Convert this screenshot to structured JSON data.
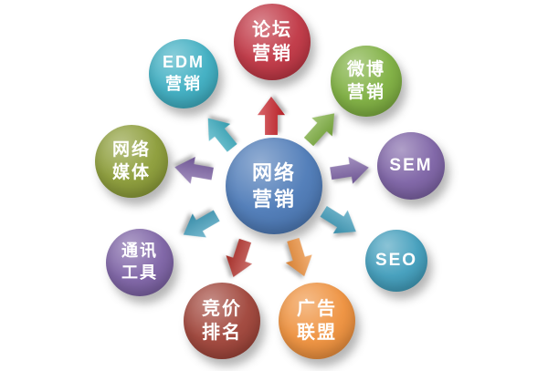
{
  "diagram": {
    "center": {
      "id": "network-marketing",
      "lines": [
        "网络",
        "营销"
      ],
      "color": "#4a78b6"
    },
    "nodes": [
      {
        "id": "forum-marketing",
        "lines": [
          "论坛",
          "营销"
        ],
        "color": "#bf3341"
      },
      {
        "id": "weibo-marketing",
        "lines": [
          "微博",
          "营销"
        ],
        "color": "#7cae3d"
      },
      {
        "id": "sem",
        "lines": [
          "SEM",
          ""
        ],
        "color": "#7b60a4"
      },
      {
        "id": "seo",
        "lines": [
          "SEO",
          ""
        ],
        "color": "#3e9cbb"
      },
      {
        "id": "ad-alliance",
        "lines": [
          "广告",
          "联盟"
        ],
        "color": "#ee8f3a"
      },
      {
        "id": "bid-ranking",
        "lines": [
          "竞价",
          "排名"
        ],
        "color": "#9e4136"
      },
      {
        "id": "communication-tools",
        "lines": [
          "通讯",
          "工具"
        ],
        "color": "#7b60a4"
      },
      {
        "id": "network-media",
        "lines": [
          "网络",
          "媒体"
        ],
        "color": "#8a9b35"
      },
      {
        "id": "edm-marketing",
        "lines": [
          "EDM",
          "营销"
        ],
        "color": "#3badc1"
      }
    ],
    "arrows": [
      {
        "id": "to-forum-marketing",
        "direction": "up",
        "color": "#c9242b"
      },
      {
        "id": "to-weibo-marketing",
        "direction": "up-right",
        "color": "#7cae3d"
      },
      {
        "id": "to-sem",
        "direction": "right",
        "color": "#7b60a4"
      },
      {
        "id": "to-seo",
        "direction": "down-right",
        "color": "#3e9cbb"
      },
      {
        "id": "to-ad-alliance",
        "direction": "down",
        "color": "#ee8f3a"
      },
      {
        "id": "to-bid-ranking",
        "direction": "down-left",
        "color": "#b5322c"
      },
      {
        "id": "to-communication-tools",
        "direction": "left-down",
        "color": "#3e9cbb"
      },
      {
        "id": "to-network-media",
        "direction": "left",
        "color": "#7b60a4"
      },
      {
        "id": "to-edm-marketing",
        "direction": "up-left",
        "color": "#3badc1"
      }
    ]
  }
}
